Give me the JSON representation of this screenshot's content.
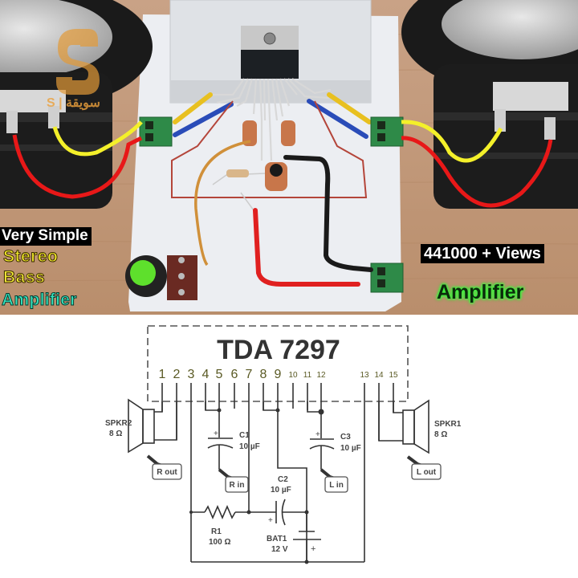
{
  "photo": {
    "overlay": {
      "line1": "Very Simple",
      "line2": "Stereo",
      "line3": "Bass",
      "line4": "Amplifier",
      "views": "441000 + Views",
      "badge": "Amplifier"
    },
    "watermark": "S | سويقة"
  },
  "schematic": {
    "ic_name": "TDA 7297",
    "pins": [
      "1",
      "2",
      "3",
      "4",
      "5",
      "6",
      "7",
      "8",
      "9",
      "10",
      "11",
      "12",
      "13",
      "14",
      "15"
    ],
    "speaker_right": {
      "name": "SPKR2",
      "value": "8 Ω"
    },
    "speaker_left": {
      "name": "SPKR1",
      "value": "8 Ω"
    },
    "c1": {
      "name": "C1",
      "value": "10 µF"
    },
    "c2": {
      "name": "C2",
      "value": "10 µF"
    },
    "c3": {
      "name": "C3",
      "value": "10 µF"
    },
    "r1": {
      "name": "R1",
      "value": "100 Ω"
    },
    "bat1": {
      "name": "BAT1",
      "value": "12 V"
    },
    "tags": {
      "r_out": "R out",
      "r_in": "R in",
      "l_in": "L in",
      "l_out": "L out"
    },
    "plus": "+"
  }
}
